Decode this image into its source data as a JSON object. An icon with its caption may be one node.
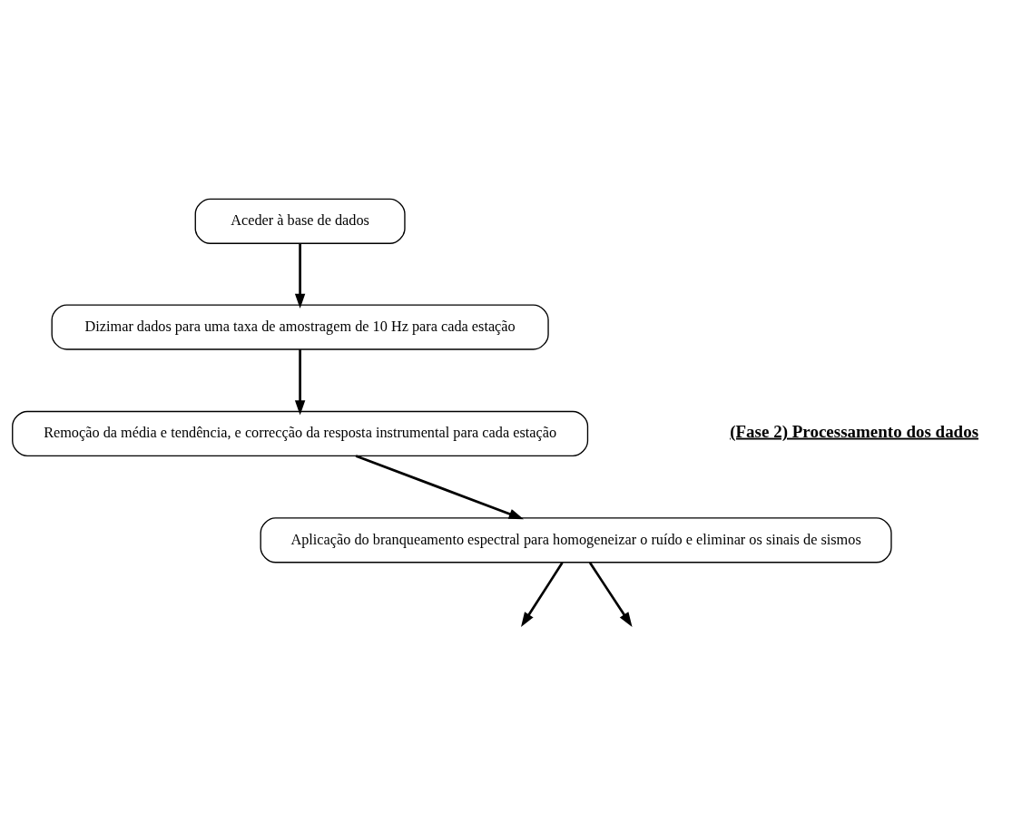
{
  "diagram": {
    "nodes": [
      {
        "text": [
          "Aceder à base de dados"
        ]
      },
      {
        "text": [
          "Dizimar dados para uma taxa de amostragem de 10 Hz para cada estação"
        ]
      },
      {
        "text": [
          "Remoção da média e tendência, e correcção da resposta instrumental para cada estação"
        ]
      },
      {
        "text": [
          "Aplicação do branqueamento espectral para homogeneizar o ruído e eliminar os sinais de sismos"
        ]
      }
    ],
    "edges": [
      {
        "from": 0,
        "to": 1,
        "arrow": "to"
      },
      {
        "from": 1,
        "to": 2,
        "arrow": "to"
      },
      {
        "from": 2,
        "to": 3,
        "arrow": "to"
      },
      {
        "from": 3,
        "to": null,
        "arrow": "to"
      },
      {
        "from": 3,
        "to": null,
        "arrow": "to"
      }
    ],
    "labels": [
      "(Fase 2) Processamento dos dados"
    ]
  }
}
